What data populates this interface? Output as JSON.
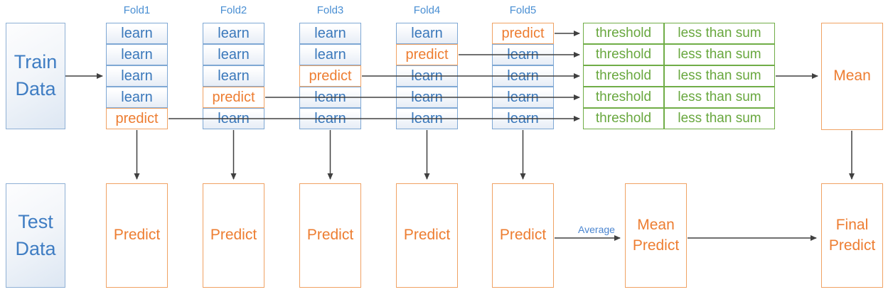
{
  "train_data": {
    "lines": [
      "Train",
      "Data"
    ]
  },
  "test_data": {
    "lines": [
      "Test",
      "Data"
    ]
  },
  "folds": [
    {
      "name": "Fold1",
      "cells": [
        "learn",
        "learn",
        "learn",
        "learn",
        "predict"
      ]
    },
    {
      "name": "Fold2",
      "cells": [
        "learn",
        "learn",
        "learn",
        "predict",
        "learn"
      ]
    },
    {
      "name": "Fold3",
      "cells": [
        "learn",
        "learn",
        "predict",
        "learn",
        "learn"
      ]
    },
    {
      "name": "Fold4",
      "cells": [
        "learn",
        "predict",
        "learn",
        "learn",
        "learn"
      ]
    },
    {
      "name": "Fold5",
      "cells": [
        "predict",
        "learn",
        "learn",
        "learn",
        "learn"
      ]
    }
  ],
  "threshold_table": {
    "rows": [
      {
        "threshold": "threshold",
        "sum": "less than sum"
      },
      {
        "threshold": "threshold",
        "sum": "less than sum"
      },
      {
        "threshold": "threshold",
        "sum": "less than sum"
      },
      {
        "threshold": "threshold",
        "sum": "less than sum"
      },
      {
        "threshold": "threshold",
        "sum": "less than sum"
      }
    ]
  },
  "mean": {
    "label": "Mean"
  },
  "predict_boxes": [
    "Predict",
    "Predict",
    "Predict",
    "Predict",
    "Predict"
  ],
  "average_label": "Average",
  "mean_predict": {
    "lines": [
      "Mean",
      "Predict"
    ]
  },
  "final_predict": {
    "lines": [
      "Final",
      "Predict"
    ]
  },
  "colors": {
    "blue_text": "#3A78BB",
    "blue_border": "#7FA8D4",
    "fold_label_blue": "#4A8FD3",
    "orange_text": "#ED7D31",
    "orange_border": "#F0A263",
    "green": "#70AD47",
    "arrow": "#404040",
    "average_label_blue": "#4A85D0"
  }
}
